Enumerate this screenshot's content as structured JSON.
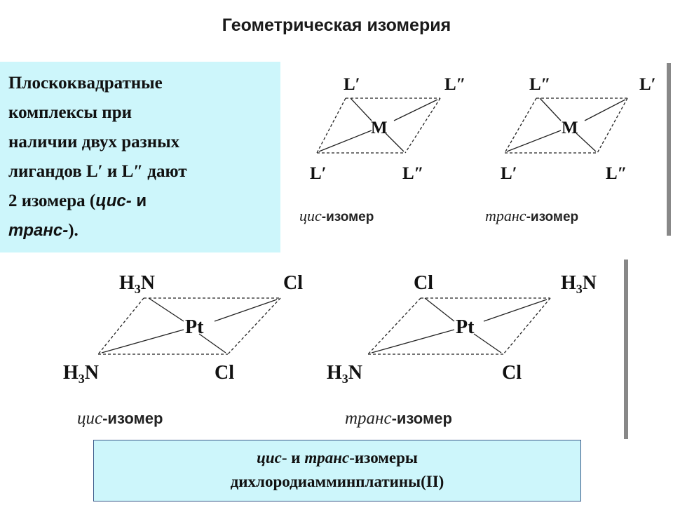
{
  "title": "Геометрическая изомерия",
  "info": {
    "line1": "Плоскоквадратные",
    "line2": "комплексы при",
    "line3": "наличии двух разных",
    "line4": "лигандов L′ и L″ дают",
    "line5_pre": "2 изомера (",
    "line5_cis": "цис-",
    "line5_and": " и",
    "line6_trans": "транс-",
    "line6_end": ")."
  },
  "top_diagrams": {
    "cis": {
      "top_left": "L′",
      "top_right": "L″",
      "bottom_left": "L′",
      "bottom_right": "L″",
      "center": "M",
      "label_italic": "цис",
      "label_bold": "-изомер"
    },
    "trans": {
      "top_left": "L″",
      "top_right": "L′",
      "bottom_left": "L′",
      "bottom_right": "L″",
      "center": "M",
      "label_italic": "транс",
      "label_bold": "-изомер"
    }
  },
  "bottom_diagrams": {
    "cis": {
      "top_left": "H₃N",
      "top_right": "Cl",
      "bottom_left": "H₃N",
      "bottom_right": "Cl",
      "center": "Pt",
      "label_italic": "цис",
      "label_bold": "-изомер"
    },
    "trans": {
      "top_left": "Cl",
      "top_right": "H₃N",
      "bottom_left": "H₃N",
      "bottom_right": "Cl",
      "center": "Pt",
      "label_italic": "транс",
      "label_bold": "-изомер"
    }
  },
  "caption": {
    "cis": "цис",
    "mid": "- и ",
    "trans": "транс",
    "end": "-изомеры",
    "line2": "дихлородиамминплатины(II)"
  }
}
